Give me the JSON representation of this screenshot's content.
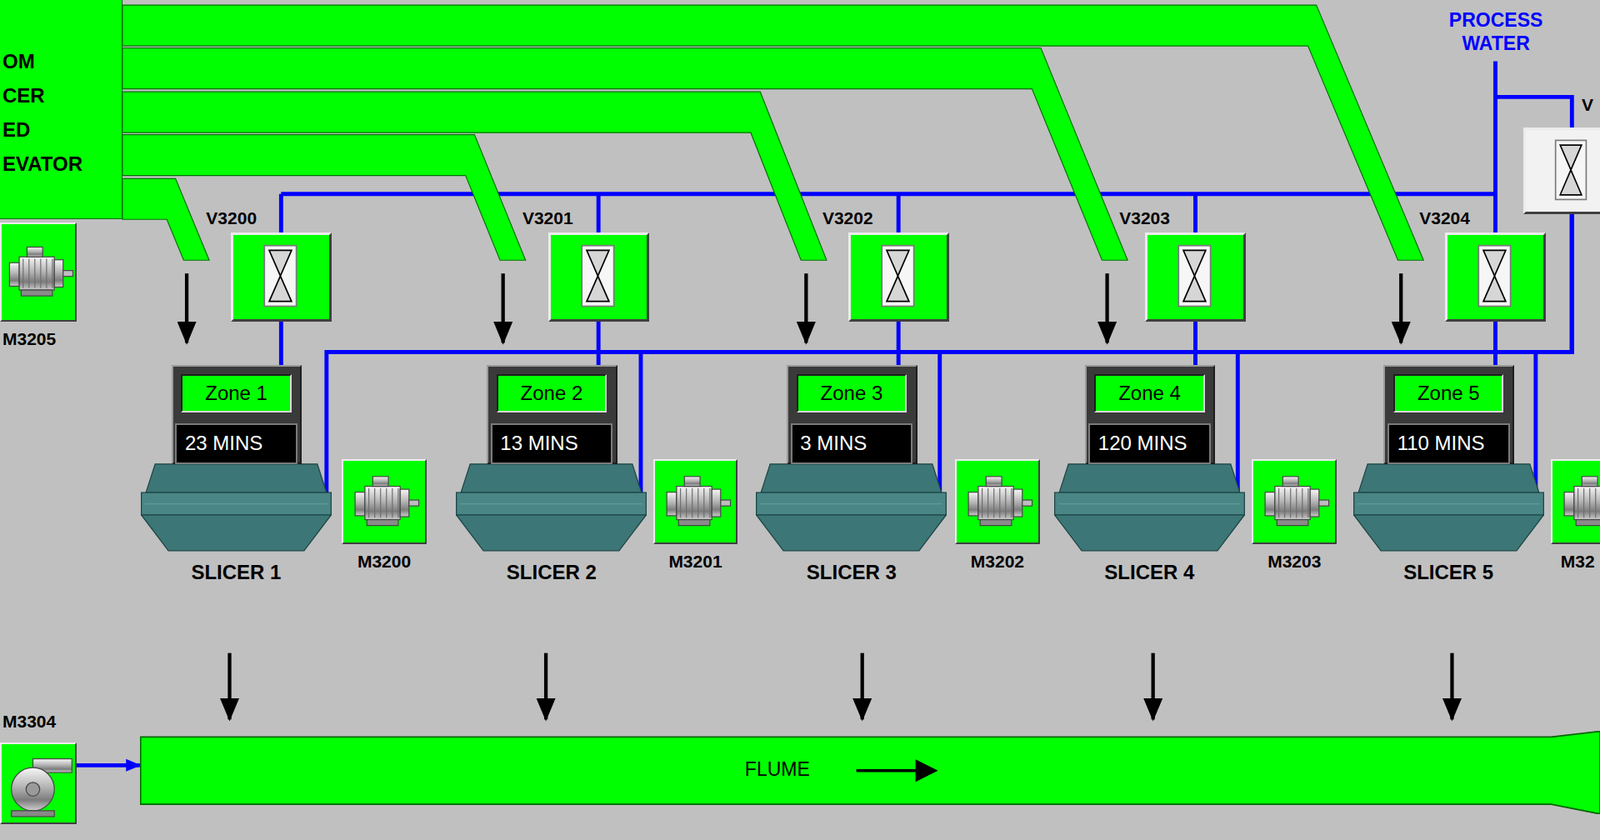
{
  "diagram": {
    "nodes": [
      {
        "text": [
          "OM CER ED EVATOR"
        ]
      },
      {
        "text": [
          "M3205"
        ]
      },
      {
        "text": [
          "V3200"
        ]
      },
      {
        "text": [
          "V3201"
        ]
      },
      {
        "text": [
          "V3202"
        ]
      },
      {
        "text": [
          "V3203"
        ]
      },
      {
        "text": [
          "V3204"
        ]
      },
      {
        "text": [
          "V"
        ]
      },
      {
        "text": [
          "Zone 1",
          "23 MINS",
          "SLICER 1"
        ]
      },
      {
        "text": [
          "M3200"
        ]
      },
      {
        "text": [
          "Zone 2",
          "13 MINS",
          "SLICER 2"
        ]
      },
      {
        "text": [
          "M3201"
        ]
      },
      {
        "text": [
          "Zone 3",
          "3 MINS",
          "SLICER 3"
        ]
      },
      {
        "text": [
          "M3202"
        ]
      },
      {
        "text": [
          "Zone 4",
          "120 MINS",
          "SLICER 4"
        ]
      },
      {
        "text": [
          "M3203"
        ]
      },
      {
        "text": [
          "Zone 5",
          "110 MINS",
          "SLICER 5"
        ]
      },
      {
        "text": [
          "M32"
        ]
      },
      {
        "text": [
          "M3304"
        ]
      },
      {
        "text": [
          "FLUME"
        ]
      }
    ],
    "edges": [
      {
        "from": 0,
        "to": 8,
        "arrow": "to"
      },
      {
        "from": 0,
        "to": 10,
        "arrow": "to"
      },
      {
        "from": 0,
        "to": 12,
        "arrow": "to"
      },
      {
        "from": 0,
        "to": 14,
        "arrow": "to"
      },
      {
        "from": 0,
        "to": 16,
        "arrow": "to"
      },
      {
        "from": 2,
        "to": 8,
        "arrow": "none"
      },
      {
        "from": 3,
        "to": 10,
        "arrow": "none"
      },
      {
        "from": 4,
        "to": 12,
        "arrow": "none"
      },
      {
        "from": 5,
        "to": 14,
        "arrow": "none"
      },
      {
        "from": 6,
        "to": 16,
        "arrow": "none"
      },
      {
        "from": 7,
        "to": 8,
        "arrow": "none"
      },
      {
        "from": 7,
        "to": 10,
        "arrow": "none"
      },
      {
        "from": 7,
        "to": 12,
        "arrow": "none"
      },
      {
        "from": 7,
        "to": 14,
        "arrow": "none"
      },
      {
        "from": 7,
        "to": 16,
        "arrow": "none"
      },
      {
        "from": 8,
        "to": 19,
        "arrow": "to"
      },
      {
        "from": 10,
        "to": 19,
        "arrow": "to"
      },
      {
        "from": 12,
        "to": 19,
        "arrow": "to"
      },
      {
        "from": 14,
        "to": 19,
        "arrow": "to"
      },
      {
        "from": 16,
        "to": 19,
        "arrow": "to"
      },
      {
        "from": 18,
        "to": 19,
        "arrow": "to"
      }
    ],
    "labels": [
      "PROCESS WATER"
    ]
  }
}
